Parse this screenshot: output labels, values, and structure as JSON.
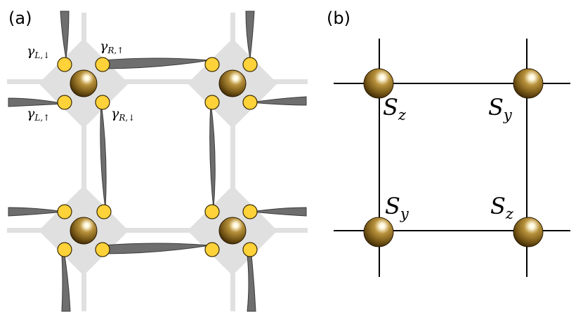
{
  "panel_a": {
    "label": "(a)",
    "majorana_labels": {
      "left_down": {
        "symbol": "γ",
        "subscript": "L,↓"
      },
      "right_up": {
        "symbol": "γ",
        "subscript": "R,↑"
      },
      "left_up": {
        "symbol": "γ",
        "subscript": "L,↑"
      },
      "right_down": {
        "symbol": "γ",
        "subscript": "R,↓"
      }
    }
  },
  "panel_b": {
    "label": "(b)",
    "spin_labels": {
      "top_left": {
        "symbol": "S",
        "subscript": "z"
      },
      "top_right": {
        "symbol": "S",
        "subscript": "y"
      },
      "bottom_left": {
        "symbol": "S",
        "subscript": "y"
      },
      "bottom_right": {
        "symbol": "S",
        "subscript": "z"
      }
    }
  },
  "colors": {
    "grid_background": "#e0e0e0",
    "majorana_fill": "#ffd23a",
    "majorana_stroke": "#3a2a00",
    "coupling_fill": "#6e6e6e",
    "ball_dark": "#4a3208",
    "ball_mid": "#9a7a2e",
    "ball_light": "#fff6d8"
  }
}
